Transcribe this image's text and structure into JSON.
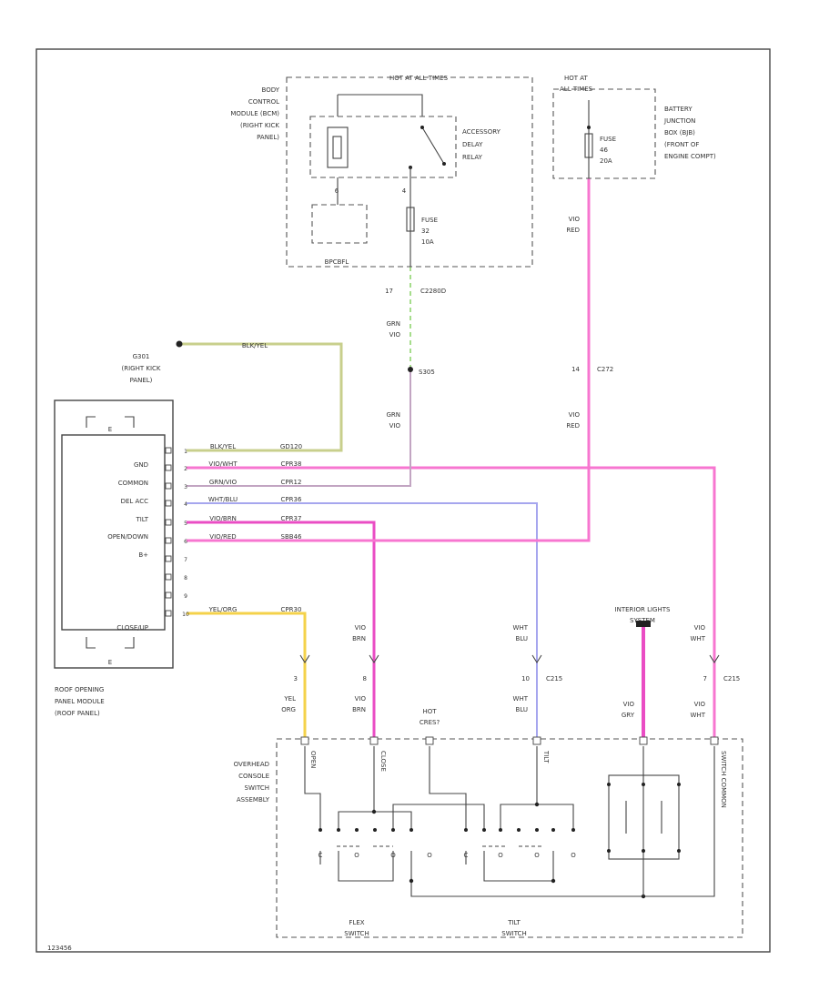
{
  "bcm": {
    "hot_label": "HOT AT ALL TIMES",
    "name_lines": [
      "BODY",
      "CONTROL",
      "MODULE (BCM)",
      "(RIGHT KICK",
      "PANEL)"
    ],
    "relay_lines": [
      "ACCESSORY",
      "DELAY",
      "RELAY"
    ],
    "fuse_lines": [
      "FUSE",
      "32",
      "10A"
    ],
    "relay_pin": "6",
    "fuse_pin": "4",
    "connector": "BPCBFL"
  },
  "bjb": {
    "hot_lines": [
      "HOT AT",
      "ALL TIMES"
    ],
    "name_lines": [
      "BATTERY",
      "JUNCTION",
      "BOX (BJB)",
      "(FRONT OF",
      "ENGINE COMPT)"
    ],
    "fuse_lines": [
      "FUSE",
      "46",
      "20A"
    ]
  },
  "ground": {
    "name_lines": [
      "G301",
      "(RIGHT KICK",
      "PANEL)"
    ],
    "wire": "BLK/YEL"
  },
  "splices": {
    "c2280d_pin": "17",
    "c2280d": "C2280D",
    "s305": "S305",
    "gn_vio_top": [
      "GRN",
      "VIO"
    ],
    "gn_vio_bottom": [
      "GRN",
      "VIO"
    ],
    "red_top": [
      "VIO",
      "RED"
    ],
    "red_bottom": [
      "VIO",
      "RED"
    ],
    "c272_pin": "14",
    "c272": "C272"
  },
  "module": {
    "labels": [
      "GND",
      "COMMON",
      "DEL ACC",
      "TILT",
      "OPEN/DOWN",
      "B+",
      "CLOSE/UP"
    ],
    "pins": [
      "1",
      "2",
      "3",
      "4",
      "5",
      "6",
      "7",
      "8",
      "9",
      "10"
    ],
    "wires": [
      "BLK/YEL",
      "VIO/WHT",
      "GRN/VIO",
      "WHT/BLU",
      "VIO/BRN",
      "VIO/RED",
      "YEL/ORG"
    ],
    "circuits": [
      "GD120",
      "CPR38",
      "CPR12",
      "CPR36",
      "CPR37",
      "SBB46",
      "CPR30"
    ],
    "name_lines": [
      "ROOF OPENING",
      "PANEL MODULE",
      "(ROOF PANEL)"
    ],
    "end_marker": "E"
  },
  "console": {
    "interior_lines": [
      "INTERIOR LIGHTS",
      "SYSTEM"
    ],
    "name_lines": [
      "OVERHEAD",
      "CONSOLE",
      "SWITCH",
      "ASSEMBLY"
    ],
    "hot_lines": [
      "HOT",
      "CRES?"
    ],
    "c_yel": {
      "pin": "3",
      "wire": [
        "YEL",
        "ORG"
      ]
    },
    "c_brn": {
      "pin": "8",
      "wire": [
        "VIO",
        "BRN"
      ]
    },
    "c_wht_blu": {
      "pin": "10",
      "wire": [
        "WHT",
        "BLU"
      ]
    },
    "c_gry": {
      "wire": [
        "VIO",
        "GRY"
      ]
    },
    "c_wht": {
      "pin": "7",
      "wire": [
        "VIO",
        "WHT"
      ]
    },
    "top_brn": [
      "VIO",
      "BRN"
    ],
    "top_wht_blu": [
      "WHT",
      "BLU"
    ],
    "top_wht": [
      "VIO",
      "WHT"
    ],
    "conn_label": "C215",
    "vertical_labels": [
      "OPEN",
      "CLOSE",
      "TILT",
      "SWITCH COMMON"
    ],
    "flex_lines": [
      "FLEX",
      "SWITCH"
    ],
    "tilt_lines": [
      "TILT",
      "SWITCH"
    ],
    "contacts": [
      "C",
      "O",
      "O",
      "O",
      "C",
      "O",
      "O",
      "O"
    ]
  },
  "footnote": "123456",
  "colors": {
    "yellow_green": "#c8cf8c",
    "green": "#a6dd8c",
    "pink": "#f776d0",
    "blue": "#a6a6ee",
    "magenta": "#ea4dc4",
    "yellow": "#f4d24a",
    "violet": "#c2a5c2"
  }
}
